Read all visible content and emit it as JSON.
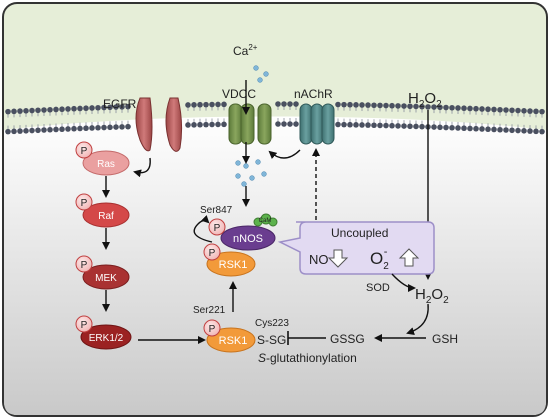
{
  "labels": {
    "ca": "Ca",
    "ca_sup": "2+",
    "egfr": "EGFR",
    "vdcc": "VDCC",
    "nachr": "nAChR",
    "h2o2_top_base": "H",
    "h2o2_top_sub1": "2",
    "h2o2_top_mid": "O",
    "h2o2_top_sub2": "2",
    "phospho": "P",
    "ras": "Ras",
    "raf": "Raf",
    "mek": "MEK",
    "erk": "ERK1/2",
    "ser847": "Ser847",
    "cam": "CaM",
    "nnos": "nNOS",
    "rsk1_upper": "RSK1",
    "uncoupled": "Uncoupled",
    "no": "NO",
    "o2": "O",
    "o2_sub": "2",
    "o2_sup": "-",
    "sod": "SOD",
    "h2o2_low_base": "H",
    "h2o2_low_sub1": "2",
    "h2o2_low_mid": "O",
    "h2o2_low_sub2": "2",
    "ser221": "Ser221",
    "cys223": "Cys223",
    "rsk1_lower": "RSK1",
    "ssg": "S-SG",
    "gssg": "GSSG",
    "gsh": "GSH",
    "glut_s": "S",
    "glut_rest": "-glutathionylation"
  },
  "colors": {
    "membrane_bg": "#e4edd5",
    "cytosol_top": "#ffffff",
    "cytosol_bottom": "#c9c9c9",
    "lipid_head": "#4a5060",
    "egfr": "#b85c5c",
    "vdcc": "#6e8a4a",
    "nachr": "#4f8585",
    "ras": "#e89a9a",
    "raf": "#d04545",
    "mek": "#a83030",
    "erk": "#9b2222",
    "nnos": "#6a3d8f",
    "rsk1": "#f29a3a",
    "phospho_fill": "#f4c7c7",
    "phospho_stroke": "#c04040",
    "callout_bg": "#e4dcf2",
    "callout_border": "#9e8fc8",
    "ion_dot": "#7fb5d8"
  }
}
